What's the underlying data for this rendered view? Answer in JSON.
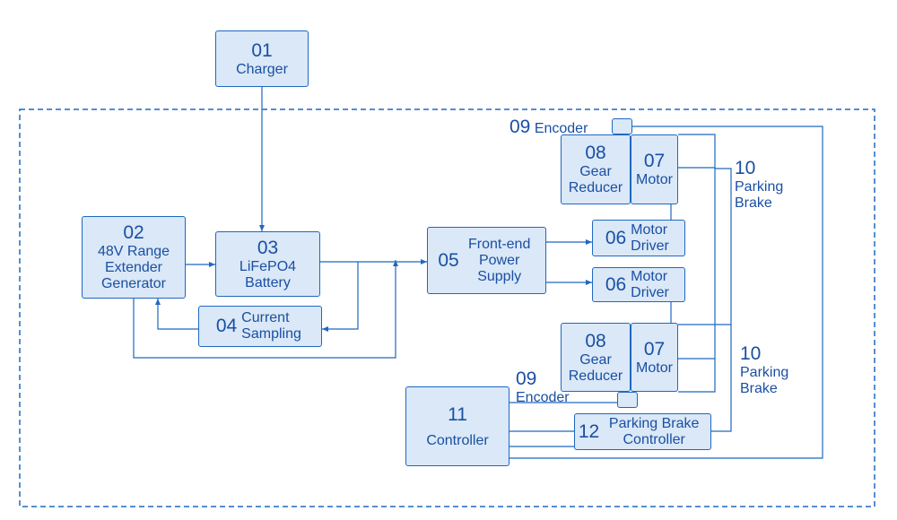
{
  "colors": {
    "stroke": "#1f68c0",
    "fill": "#dae8f7",
    "text": "#1a4fa3",
    "background": "#ffffff"
  },
  "boxes": {
    "charger": {
      "num": "01",
      "label": "Charger"
    },
    "generator": {
      "num": "02",
      "label": "48V Range Extender Generator"
    },
    "battery": {
      "num": "03",
      "label": "LiFePO4 Battery"
    },
    "sampling": {
      "num": "04",
      "label": "Current Sampling"
    },
    "power_supply": {
      "num": "05",
      "label": "Front-end Power Supply"
    },
    "motor_driver": {
      "num": "06",
      "label": "Motor Driver"
    },
    "motor": {
      "num": "07",
      "label": "Motor"
    },
    "gear_reducer": {
      "num": "08",
      "label": "Gear Reducer"
    },
    "encoder": {
      "num": "09",
      "label": "Encoder"
    },
    "parking_brake": {
      "num": "10",
      "label": "Parking Brake"
    },
    "controller": {
      "num": "11",
      "label": "Controller"
    },
    "brake_controller": {
      "num": "12",
      "label": "Parking Brake Controller"
    }
  }
}
